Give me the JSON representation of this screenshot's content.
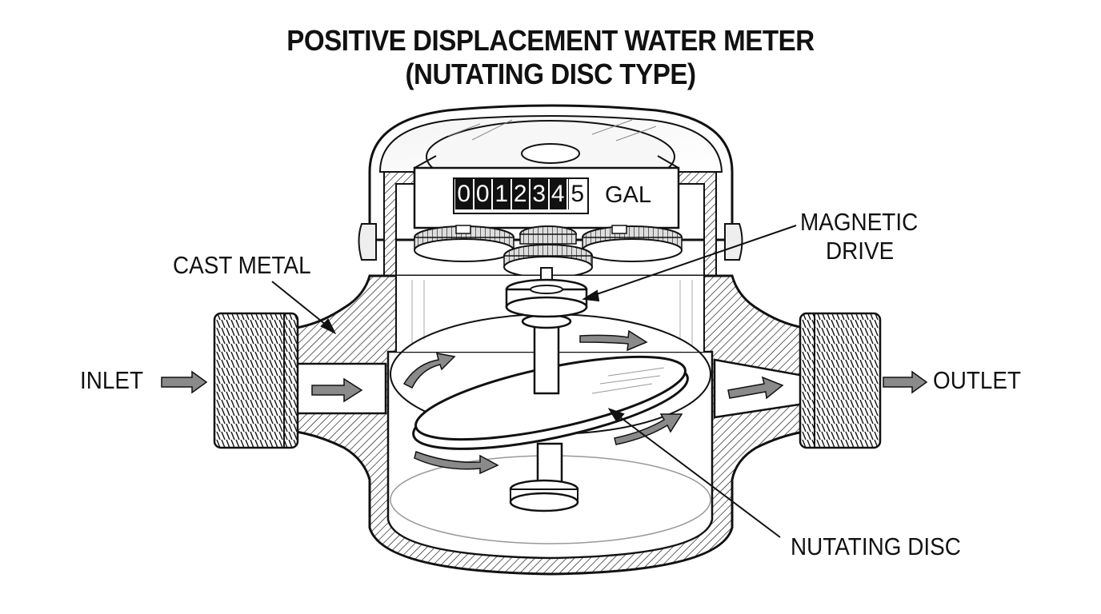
{
  "title": {
    "line1": "POSITIVE DISPLACEMENT WATER METER",
    "line2": "(NUTATING DISC TYPE)"
  },
  "register": {
    "digits": [
      "0",
      "0",
      "1",
      "2",
      "3",
      "4"
    ],
    "fraction_digit": "5",
    "unit": "GAL"
  },
  "labels": {
    "cast_metal": "CAST METAL",
    "magnetic_drive_line1": "MAGNETIC",
    "magnetic_drive_line2": "DRIVE",
    "inlet": "INLET",
    "outlet": "OUTLET",
    "nutating_disc": "NUTATING DISC"
  },
  "colors": {
    "ink": "#111111",
    "arrow_fill": "#8a8a8a",
    "background": "#ffffff"
  }
}
